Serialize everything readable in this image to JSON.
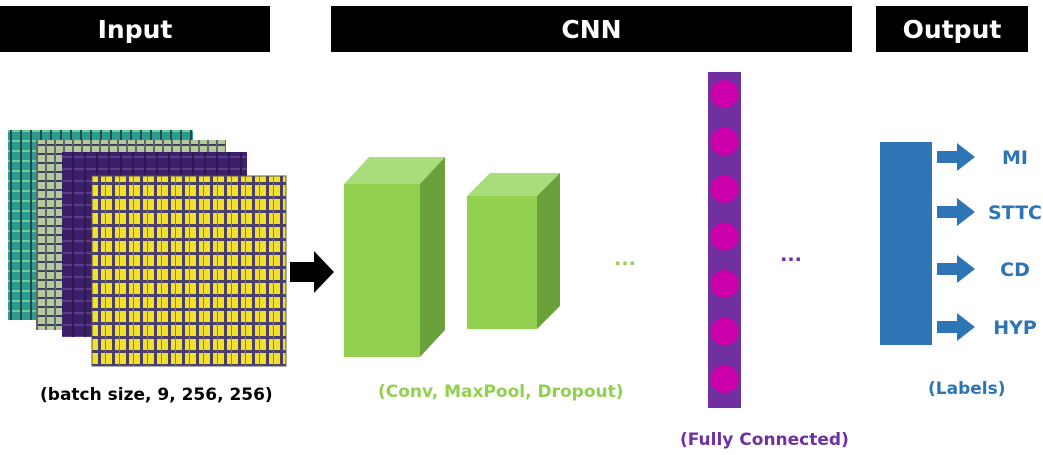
{
  "headers": {
    "input": "Input",
    "cnn": "CNN",
    "output": "Output"
  },
  "captions": {
    "input_shape": "(batch size, 9, 256, 256)",
    "conv_layers": "(Conv, MaxPool, Dropout)",
    "fully_connected": "(Fully Connected)",
    "labels": "(Labels)"
  },
  "ellipsis": "...",
  "output_labels": [
    "MI",
    "STTC",
    "CD",
    "HYP"
  ],
  "colors": {
    "header_bg": "#000000",
    "conv_green": "#92d050",
    "fc_purple": "#7030a0",
    "fc_node": "#cc00aa",
    "output_blue": "#2e75b6",
    "image_yellow": "#f2e02a"
  },
  "fc_node_count": 7
}
